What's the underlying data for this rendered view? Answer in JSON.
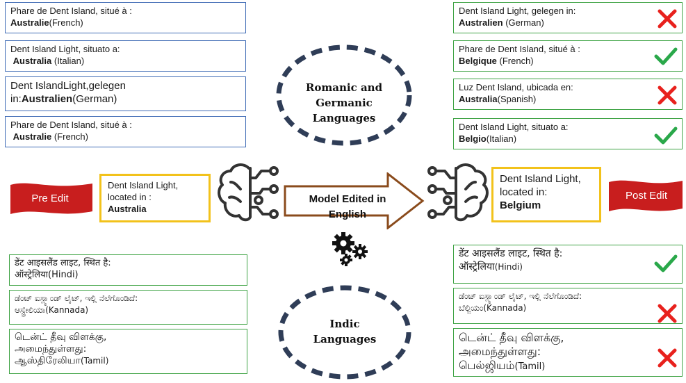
{
  "left_boxes": [
    {
      "text": "Phare de Dent Island, situé à :",
      "answer": "Australie",
      "lang": "(French)"
    },
    {
      "text": "Dent Island Light, situato a:",
      "answer": "Australia",
      "lang": " (Italian)"
    },
    {
      "text": "Dent IslandLight,gelegen",
      "text2": "in:",
      "answer": "Australien",
      "lang": "(German)"
    },
    {
      "text": "Phare de Dent Island, situé à :",
      "answer": "Australie",
      "lang": " (French)"
    }
  ],
  "right_boxes": [
    {
      "text": "Dent Island Light, gelegen in:",
      "answer": "Australien",
      "lang": " (German)",
      "result": "wrong"
    },
    {
      "text": "Phare de Dent Island, situé à :",
      "answer": "Belgique",
      "lang": " (French)",
      "result": "correct"
    },
    {
      "text": "Luz Dent Island, ubicada en:",
      "answer": "Australia",
      "lang": "(Spanish)",
      "result": "wrong"
    },
    {
      "text": "Dent Island Light, situato a:",
      "answer": "Belgio",
      "lang": "(Italian)",
      "result": "correct"
    }
  ],
  "left_indic": [
    {
      "line1": "डेंट आइसलैंड लाइट, स्थित है:",
      "line2": "ऑस्ट्रेलिया",
      "lang": "(Hindi)"
    },
    {
      "line1": "ಡೆಂಟ್ ಐಸ್ಲ್ಯಾಂಡ್ ಲೈಟ್, ಇಲ್ಲಿ ನೆಲೆಗೊಂಡಿದೆ:",
      "line2": "ಆಸ್ಟ್ರೇಲಿಯಾ",
      "lang": "(Kannada)"
    },
    {
      "line1": "டென்ட் தீவு விளக்கு,",
      "line2": "அமைந்துள்ளது:",
      "line3": "ஆஸ்திரேலியா",
      "lang": "(Tamil)"
    }
  ],
  "right_indic": [
    {
      "line1": "डेंट आइसलैंड लाइट, स्थित है:",
      "line2": "ऑस्ट्रेलिया",
      "lang": "(Hindi)",
      "result": "correct"
    },
    {
      "line1": "ಡೆಂಟ್ ಐಸ್ಲ್ಯಾಂಡ್ ಲೈಟ್, ಇಲ್ಲಿ ನೆಲೆಗೊಂಡಿದೆ:",
      "line2": "ಬೆಲ್ಜಿಯಂ",
      "lang": "(Kannada)",
      "result": "wrong"
    },
    {
      "line1": "டென்ட் தீவு விளக்கு,",
      "line2": "அமைந்துள்ளது:",
      "line3": "பெல்ஜியம்",
      "lang": "(Tamil)",
      "result": "wrong"
    }
  ],
  "pre_edit": {
    "banner": "Pre Edit",
    "line1": "Dent Island Light,",
    "line2": "located in :",
    "answer": "Australia"
  },
  "post_edit": {
    "banner": "Post Edit",
    "line1": "Dent Island Light,",
    "line2": "located in:",
    "answer": "Belgium"
  },
  "arrow": {
    "line1": "Model Edited in",
    "line2": "English"
  },
  "groups": {
    "romanic": {
      "line1": "Romanic and",
      "line2": "Germanic",
      "line3": "Languages"
    },
    "indic": {
      "line1": "Indic",
      "line2": "Languages"
    }
  },
  "icons": [
    "brain-circuit-icon",
    "gears-icon",
    "check-icon",
    "cross-icon"
  ],
  "colors": {
    "box_border_blue": "#3f6bb5",
    "box_border_green": "#3ea344",
    "highlight_yellow": "#f2c21b",
    "banner_red": "#c81e1e",
    "arrow_brown": "#8a4b1c",
    "ellipse_navy": "#2f3d57",
    "check_green": "#2aa84a",
    "cross_red": "#e8211d"
  }
}
